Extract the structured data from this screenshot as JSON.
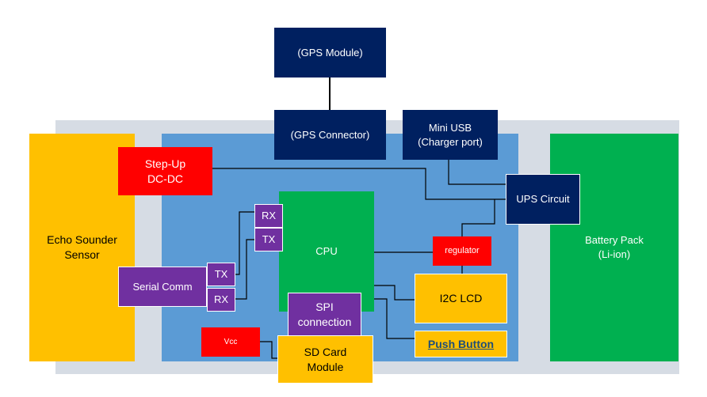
{
  "diagram": {
    "gps_module": "(GPS Module)",
    "gps_connector": "(GPS Connector)",
    "mini_usb": "Mini USB\n(Charger port)",
    "echo_sounder": "Echo Sounder\nSensor",
    "battery_pack": "Battery Pack\n(Li-ion)",
    "step_up": "Step-Up\nDC-DC",
    "ups_circuit": "UPS Circuit",
    "cpu": "CPU",
    "rx_top": "RX",
    "tx_top": "TX",
    "regulator": "regulator",
    "serial_comm": "Serial Comm",
    "tx_left": "TX",
    "rx_left": "RX",
    "i2c_lcd": "I2C LCD",
    "spi_connection": "SPI\nconnection",
    "push_button": "Push Button",
    "vcc": "Vcc",
    "sd_card": "SD Card\nModule"
  },
  "colors": {
    "navy": "#002060",
    "red": "#ff0000",
    "purple": "#7030a0",
    "yellow": "#ffc000",
    "green": "#00b050",
    "board_blue": "#5b9bd5",
    "outer_gray": "#d6dce4"
  }
}
